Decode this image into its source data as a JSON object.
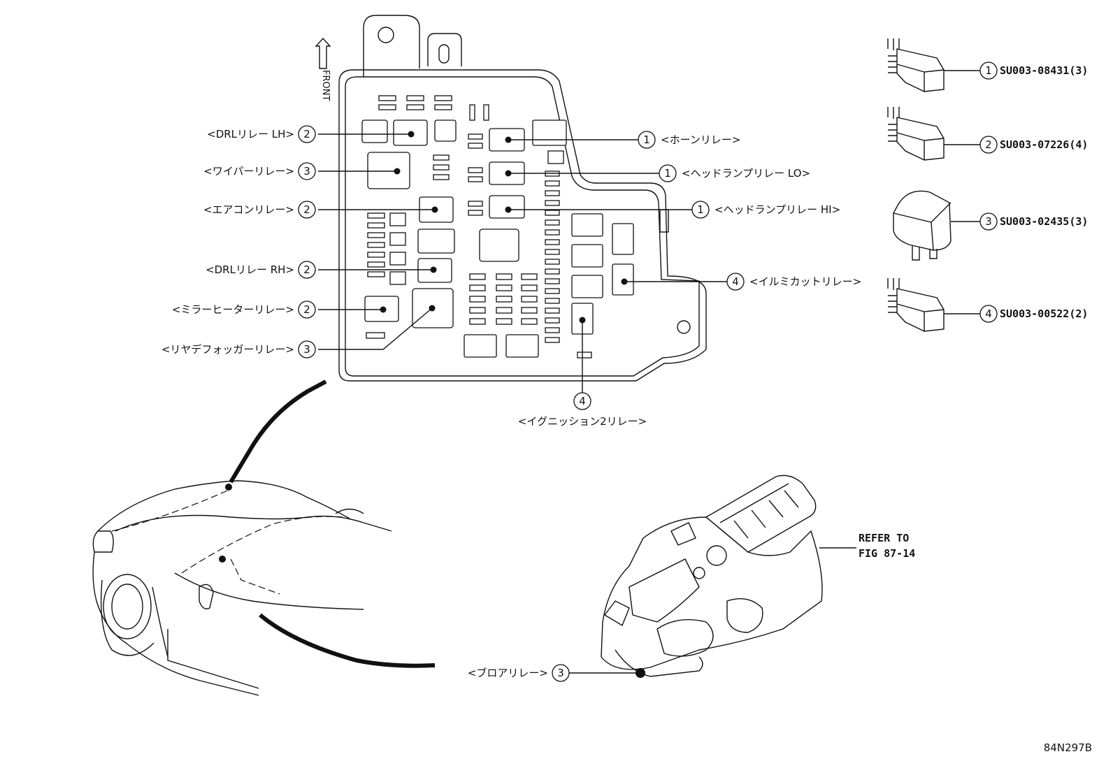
{
  "front_label": "FRONT",
  "callouts": [
    {
      "id": "drl-lh",
      "num": "2",
      "text": "<DRLリレー LH>"
    },
    {
      "id": "wiper",
      "num": "3",
      "text": "<ワイパーリレー>"
    },
    {
      "id": "aircon",
      "num": "2",
      "text": "<エアコンリレー>"
    },
    {
      "id": "drl-rh",
      "num": "2",
      "text": "<DRLリレー RH>"
    },
    {
      "id": "mirror-heater",
      "num": "2",
      "text": "<ミラーヒーターリレー>"
    },
    {
      "id": "rear-defogger",
      "num": "3",
      "text": "<リヤデフォッガーリレー>"
    },
    {
      "id": "horn",
      "num": "1",
      "text": "<ホーンリレー>"
    },
    {
      "id": "headlamp-lo",
      "num": "1",
      "text": "<ヘッドランプリレー LO>"
    },
    {
      "id": "headlamp-hi",
      "num": "1",
      "text": "<ヘッドランプリレー HI>"
    },
    {
      "id": "illumi-cut",
      "num": "4",
      "text": "<イルミカットリレー>"
    },
    {
      "id": "ignition2",
      "num": "4",
      "text": "<イグニッション2リレー>"
    },
    {
      "id": "blower",
      "num": "3",
      "text": "<ブロアリレー>"
    }
  ],
  "parts": [
    {
      "num": "1",
      "part_number": "SU003-08431(3)",
      "icon": "relay-small-icon"
    },
    {
      "num": "2",
      "part_number": "SU003-07226(4)",
      "icon": "relay-small-icon"
    },
    {
      "num": "3",
      "part_number": "SU003-02435(3)",
      "icon": "relay-large-icon"
    },
    {
      "num": "4",
      "part_number": "SU003-00522(2)",
      "icon": "relay-small-icon"
    }
  ],
  "refer": {
    "line1": "REFER TO",
    "line2": "FIG 87-14"
  },
  "figure_id": "84N297B"
}
